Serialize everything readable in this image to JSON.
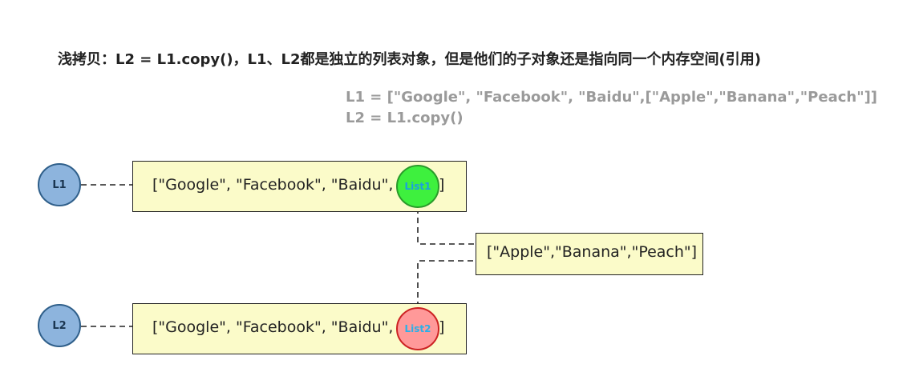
{
  "title": "浅拷贝：L2 = L1.copy()，L1、L2都是独立的列表对象，但是他们的子对象还是指向同一个内存空间(引用)",
  "code": {
    "line1": "L1 = [\"Google\", \"Facebook\", \"Baidu\",[\"Apple\",\"Banana\",\"Peach\"]]",
    "line2": "L2 = L1.copy()"
  },
  "nodes": {
    "l1_label": "L1",
    "l2_label": "L2",
    "list1_label": "List1",
    "list2_label": "List2",
    "outer_list_text": "[\"Google\", \"Facebook\", \"Baidu\",",
    "outer_list_close": "]",
    "inner_list_text": "[\"Apple\",\"Banana\",\"Peach\"]"
  },
  "colors": {
    "box_fill": "#fbfbc9",
    "var_circle_fill": "#8db4dd",
    "list1_fill": "#3ef03e",
    "list2_fill": "#ff9999",
    "code_text": "#9a9a9a"
  }
}
